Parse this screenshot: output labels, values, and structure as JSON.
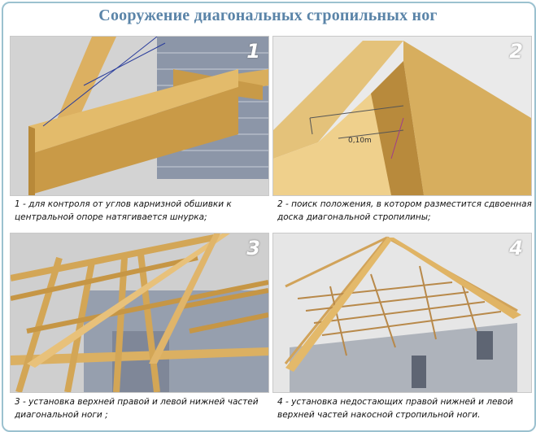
{
  "title": "Сооружение диагональных стропильных ног",
  "panels": [
    {
      "number": "1",
      "caption": "1 - для контроля от углов карнизной обшивки к центральной опоре натягивается шнурка;"
    },
    {
      "number": "2",
      "caption": "2 - поиск положения, в котором разместится сдвоенная доска диагональной стропилины;",
      "measure": "0,10m"
    },
    {
      "number": "3",
      "caption": "3 - установка верхней правой и левой нижней частей диагональной ноги ;"
    },
    {
      "number": "4",
      "caption": "4 - установка недостающих правой нижней и левой верхней частей накосной стропильной ноги."
    }
  ]
}
